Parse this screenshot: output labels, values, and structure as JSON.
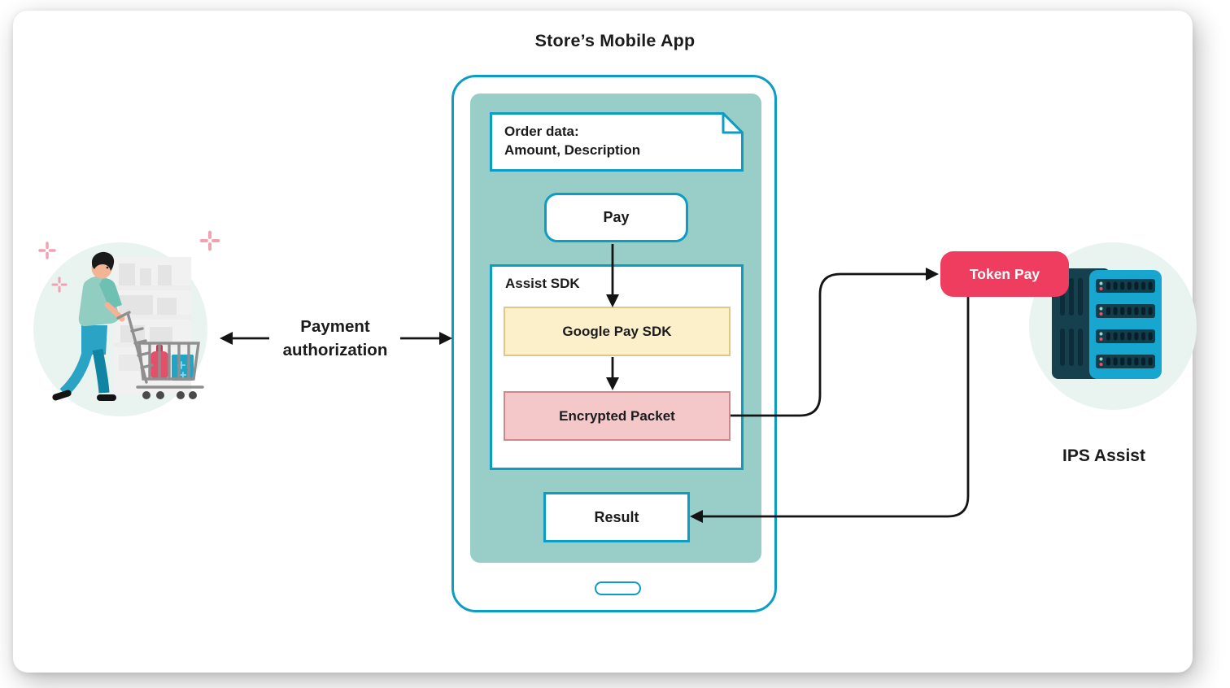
{
  "title": "Store’s Mobile App",
  "phone": {
    "order_data": {
      "line1": "Order data:",
      "line2": "Amount, Description"
    },
    "pay_button": "Pay",
    "assist_sdk": {
      "title": "Assist SDK",
      "google_pay_sdk": "Google Pay SDK",
      "encrypted_packet": "Encrypted Packet"
    },
    "result_box": "Result"
  },
  "flow": {
    "payment_authorization": {
      "line1": "Payment",
      "line2": "authorization"
    },
    "token_pay": "Token Pay"
  },
  "ips_assist_label": "IPS Assist",
  "illustrations": {
    "shopper": "customer-pushing-shopping-cart",
    "server": "ips-assist-server-rack",
    "sparkles": "pink-sparkle-accents"
  },
  "colors": {
    "outline_blue": "#0B9DC3",
    "screen_teal": "#99CEC8",
    "yellow_fill": "#FCF0CB",
    "yellow_border": "#E2C77D",
    "pink_fill": "#F4C7C9",
    "pink_border": "#D2868C",
    "token_pink": "#EE3D5E",
    "mint": "#E9F4F1",
    "ink": "#141414",
    "sparkle_pink": "#F2A1B3",
    "server_dark": "#17404E",
    "server_blue": "#17A6CF"
  }
}
